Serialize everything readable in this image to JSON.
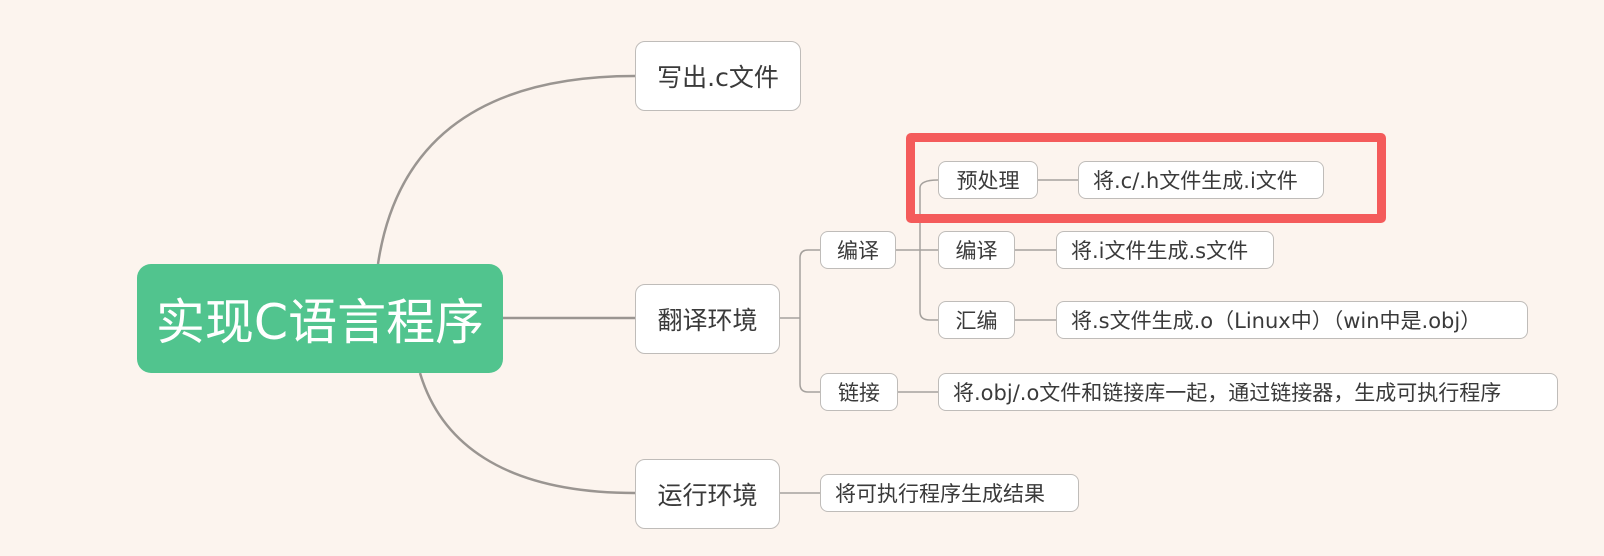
{
  "mindmap": {
    "root": "实现C语言程序",
    "write_source": "写出.c文件",
    "translation_env": {
      "label": "翻译环境",
      "compile": {
        "label": "编译",
        "preprocess": {
          "label": "预处理",
          "desc": "将.c/.h文件生成.i文件"
        },
        "compile_step": {
          "label": "编译",
          "desc": "将.i文件生成.s文件"
        },
        "assemble": {
          "label": "汇编",
          "desc": "将.s文件生成.o（Linux中）（win中是.obj）"
        }
      },
      "link": {
        "label": "链接",
        "desc": "将.obj/.o文件和链接库一起，通过链接器，生成可执行程序"
      }
    },
    "runtime_env": {
      "label": "运行环境",
      "desc": "将可执行程序生成结果"
    }
  },
  "colors": {
    "root_fill": "#51c48e",
    "highlight_border": "#f45b5b",
    "background": "#fcf4ee"
  }
}
